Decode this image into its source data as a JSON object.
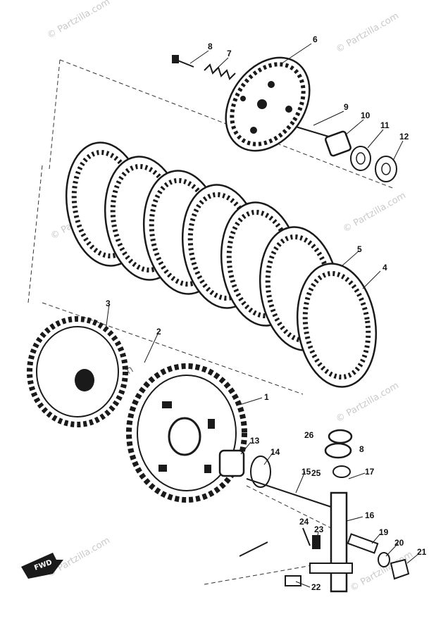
{
  "watermark": "© Partzilla.com",
  "watermark_main": "© Partzilla.com",
  "fwd_label": "FWD",
  "callouts": [
    "1",
    "2",
    "3",
    "4",
    "5",
    "6",
    "7",
    "8",
    "9",
    "10",
    "11",
    "12",
    "13",
    "14",
    "15",
    "16",
    "17",
    "19",
    "20",
    "21",
    "22",
    "23",
    "24",
    "25",
    "26",
    "8"
  ]
}
